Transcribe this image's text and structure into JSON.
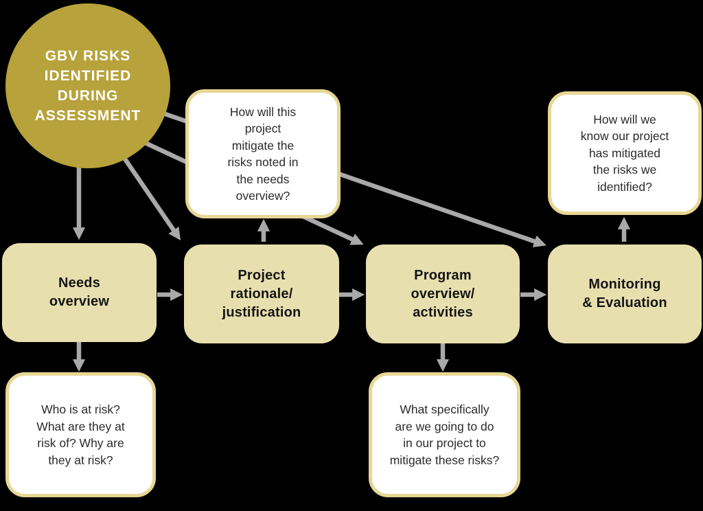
{
  "colors": {
    "background": "#000000",
    "circle_fill": "#b7a23b",
    "box_fill": "#e8dfae",
    "callout_border": "#e7d795",
    "callout_fill": "#ffffff",
    "arrow": "#a9a9a9",
    "label_text": "#141414",
    "question_text": "#2b2b2b",
    "circle_text": "#ffffff"
  },
  "circle": {
    "lines": [
      "GBV RISKS",
      "IDENTIFIED",
      "DURING",
      "ASSESSMENT"
    ]
  },
  "stages": [
    {
      "id": "needs",
      "lines": [
        "Needs",
        "overview"
      ]
    },
    {
      "id": "rationale",
      "lines": [
        "Project",
        "rationale/",
        "justification"
      ]
    },
    {
      "id": "program",
      "lines": [
        "Program",
        "overview/",
        "activities"
      ]
    },
    {
      "id": "monitoring",
      "lines": [
        "Monitoring",
        "& Evaluation"
      ]
    }
  ],
  "callouts": [
    {
      "id": "mitigate",
      "lines": [
        "How will this",
        "project",
        "mitigate the",
        "risks noted in",
        "the needs",
        "overview?"
      ]
    },
    {
      "id": "know",
      "lines": [
        "How will we",
        "know our project",
        "has mitigated",
        "the risks we",
        "identified?"
      ]
    },
    {
      "id": "who",
      "lines": [
        "Who is at risk?",
        "What are they at",
        "risk of? Why are",
        "they at risk?"
      ]
    },
    {
      "id": "what",
      "lines": [
        "What specifically",
        "are we going to do",
        "in our project to",
        "mitigate these risks?"
      ]
    }
  ]
}
